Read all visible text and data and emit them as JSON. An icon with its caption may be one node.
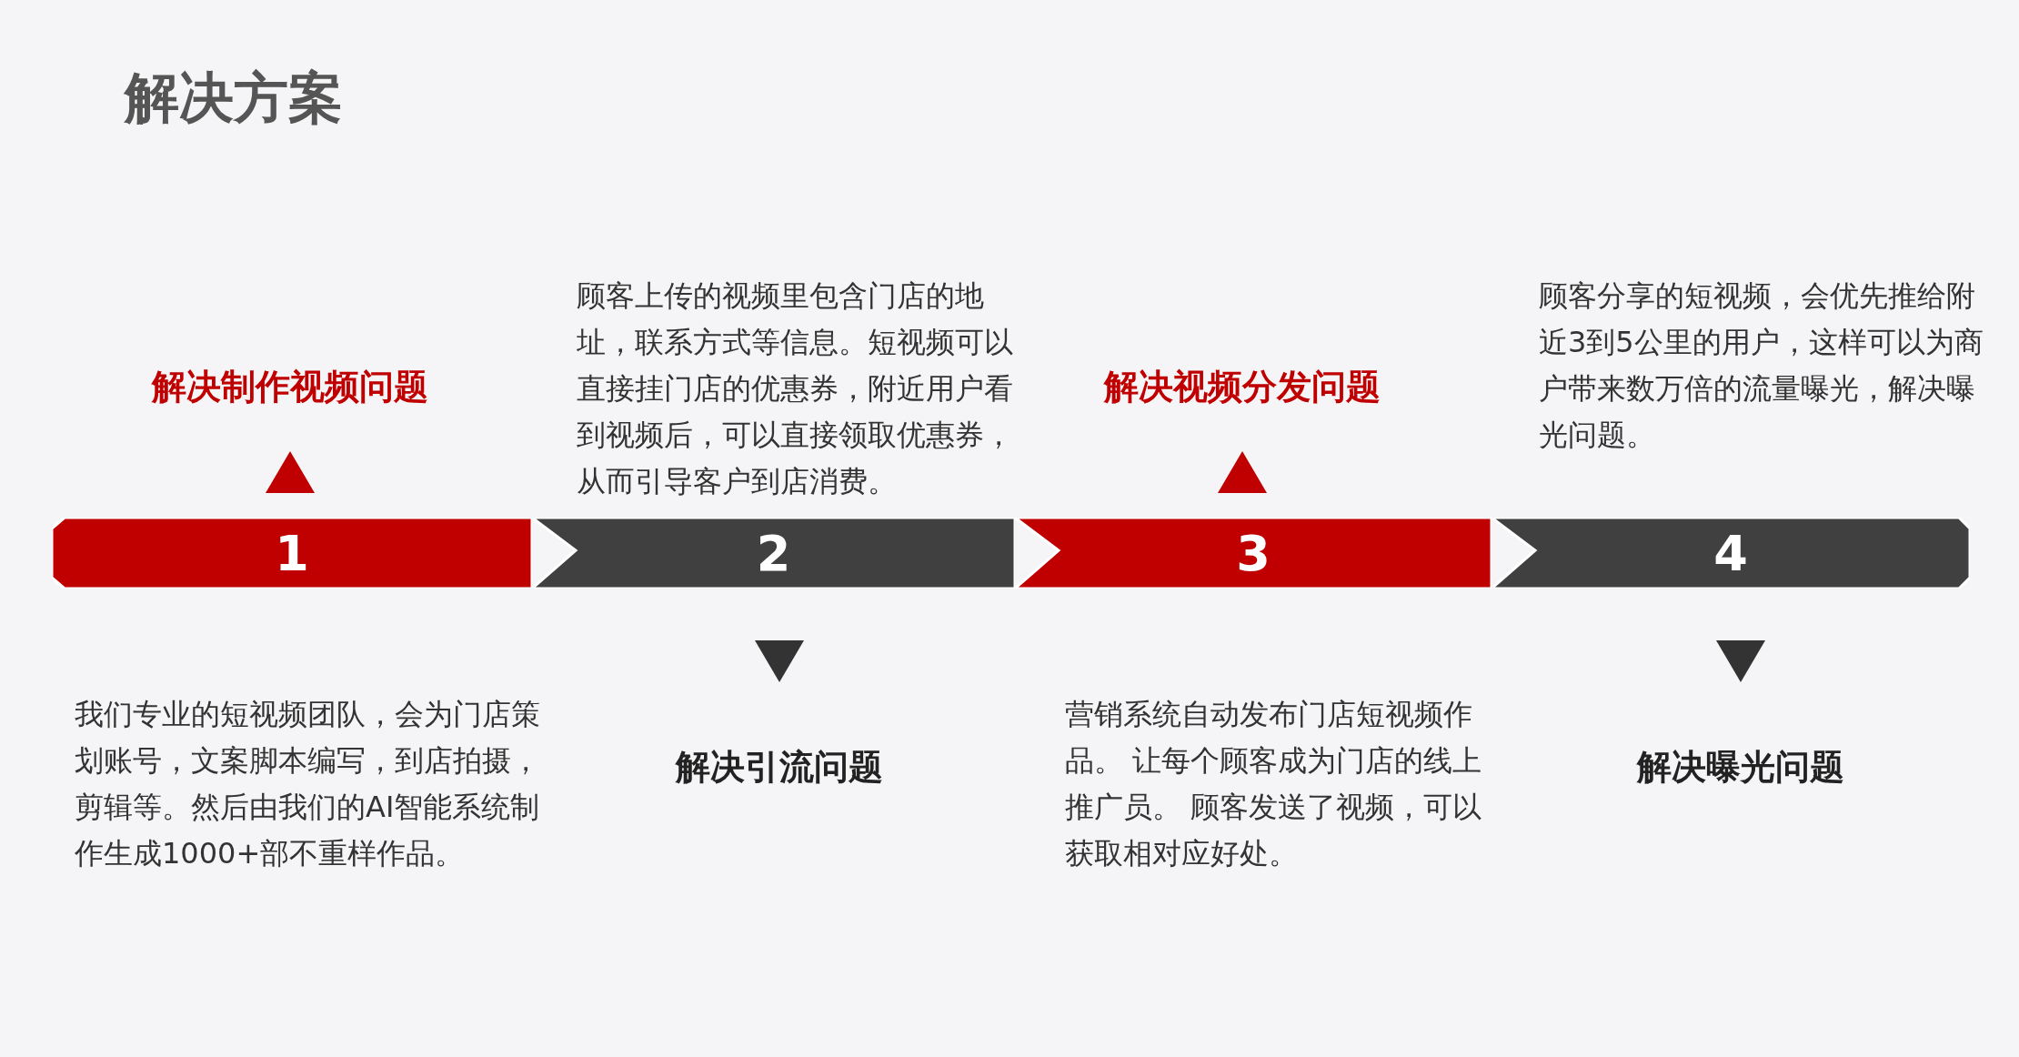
{
  "diagram": {
    "title": "解决方案",
    "nodes": [
      {
        "text": [
          "1"
        ],
        "beside": [
          "解决制作视频问题",
          "我们专业的短视频团队，会为门店策划账号，文案脚本编写，到店拍摄，剪辑等。然后由我们的AI智能系统制作生成1000+部不重样作品。"
        ]
      },
      {
        "text": [
          "2"
        ],
        "beside": [
          "顾客上传的视频里包含门店的地址，联系方式等信息。短视频可以直接挂门店的优惠券，附近用户看到视频后，可以直接领取优惠券，从而引导客户到店消费。"
        ]
      },
      {
        "text": [
          "3"
        ],
        "beside": [
          "解决视频分发问题",
          "营销系统自动发布门店短视频作品。 让每个顾客成为门店的线上推广员。 顾客发送了视频，可以获取相对应好处。"
        ]
      },
      {
        "text": [
          "4"
        ],
        "beside": [
          "顾客分享的短视频，会优先推给附近3到5公里的用户，这样可以为商户带来数万倍的流量曝光，解决曝光问题。"
        ]
      }
    ],
    "labels": [
      "解决引流问题",
      "解决曝光问题"
    ]
  }
}
